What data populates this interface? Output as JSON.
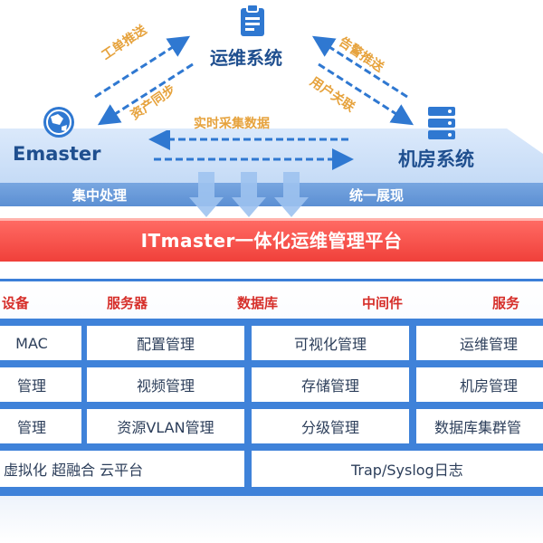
{
  "nodes": {
    "ops": "运维系统",
    "emaster": "Emaster",
    "room": "机房系统"
  },
  "flows": {
    "work_order": "工单推送",
    "asset_sync": "资产同步",
    "alarm_push": "告警推送",
    "user_link": "用户关联",
    "realtime": "实时采集数据"
  },
  "bands": {
    "left": "集中处理",
    "right": "统一展现"
  },
  "platform": {
    "title": "ITmaster一体化运维管理平台"
  },
  "categories": [
    "设备",
    "服务器",
    "数据库",
    "中间件",
    "服务"
  ],
  "modules": {
    "row1": [
      "MAC",
      "配置管理",
      "可视化管理",
      "运维管理"
    ],
    "row2": [
      "管理",
      "视频管理",
      "存储管理",
      "机房管理"
    ],
    "row3": [
      "管理",
      "资源VLAN管理",
      "分级管理",
      "数据库集群管"
    ],
    "row4": [
      "虚拟化 超融合 云平台",
      "Trap/Syslog日志"
    ]
  },
  "colors": {
    "accent": "#3c7fd8",
    "platform_red": "#f0403a",
    "flow_text": "#e6a23c",
    "category_red": "#d62f2a"
  },
  "icons": [
    "clipboard-icon",
    "globe-icon",
    "server-icon"
  ]
}
